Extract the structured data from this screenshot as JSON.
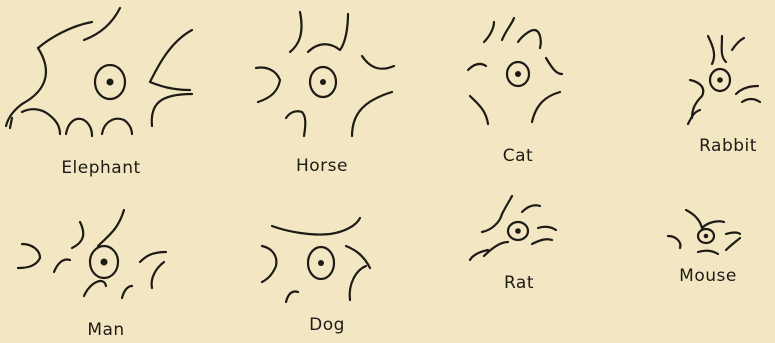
{
  "labels": {
    "elephant": "Elephant",
    "horse": "Horse",
    "cat": "Cat",
    "rabbit": "Rabbit",
    "man": "Man",
    "dog": "Dog",
    "rat": "Rat",
    "mouse": "Mouse"
  },
  "colors": {
    "background": "#f3e7c3",
    "ink": "#1d1b16"
  }
}
